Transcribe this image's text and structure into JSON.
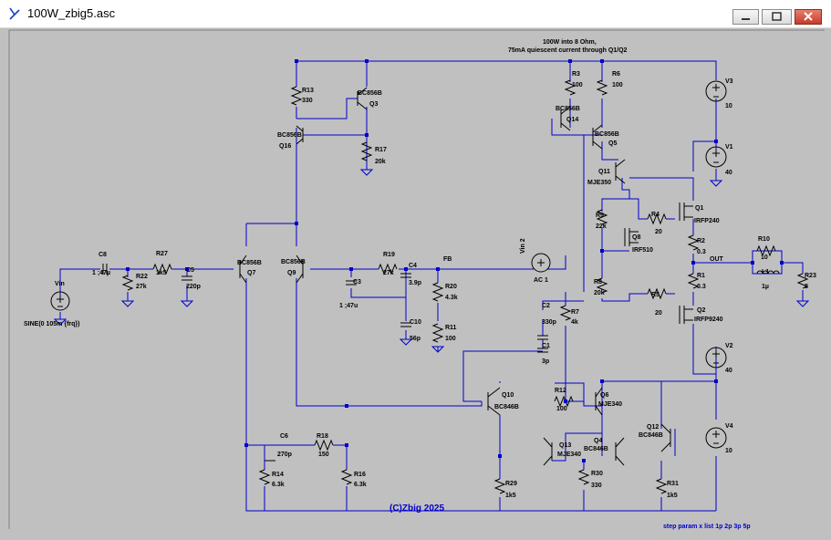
{
  "window": {
    "title": "100W_zbig5.asc"
  },
  "notes": {
    "line1": "100W into 8 Ohm,",
    "line2": "75mA quiescent current through Q1/Q2",
    "copyright": "(C)Zbig 2025",
    "step": "step param x list 1p 2p 3p 5p"
  },
  "nets": {
    "fb": "FB",
    "out": "OUT"
  },
  "sources": {
    "vin": {
      "name": "Vin",
      "value": "SINE(0 105m {frq})"
    },
    "vin2": {
      "name": "Vin 2",
      "value": "AC 1"
    },
    "v1": {
      "name": "V1",
      "value": "40"
    },
    "v2": {
      "name": "V2",
      "value": "40"
    },
    "v3": {
      "name": "V3",
      "value": "10"
    },
    "v4": {
      "name": "V4",
      "value": "10"
    }
  },
  "resistors": {
    "R1": "0.3",
    "R2": "0.3",
    "R3": "100",
    "R4": "20",
    "R5": "20",
    "R6": "100",
    "R7": "4k",
    "R8": "20k",
    "R9": "22k",
    "R10": "10",
    "R11": "100",
    "R12": "100",
    "R13": "330",
    "R14": "6.3k",
    "R16": "6.3k",
    "R17": "20k",
    "R18": "150",
    "R19": "27k",
    "R20": "4.3k",
    "R22": "27k",
    "R23": "8",
    "R27": "1k5",
    "R29": "1k5",
    "R30": "330",
    "R31": "1k5"
  },
  "capacitors": {
    "C1": "3p",
    "C2": "330p",
    "C3": "1 ;47u",
    "C4": "3.9p",
    "C5": "220p",
    "C6": "270p",
    "C8": "1 ;47µ",
    "C10": "56p"
  },
  "inductors": {
    "L1": "1µ"
  },
  "transistors": {
    "Q1": "IRFP240",
    "Q2": "IRFP9240",
    "Q3": "BC856B",
    "Q4": "BC846B",
    "Q5": "BC856B",
    "Q6": "MJE340",
    "Q7": "BC856B",
    "Q8": "IRF510",
    "Q9": "BC856B",
    "Q10": "BC846B",
    "Q11": "MJE350",
    "Q12": "BC846B",
    "Q13": "MJE340",
    "Q14": "BC856B",
    "Q16": "BC856B"
  },
  "colors": {
    "wire": "#0000cc",
    "component": "#000000",
    "label": "#000000",
    "background": "#c0c0c0",
    "note": "#0000cc"
  }
}
